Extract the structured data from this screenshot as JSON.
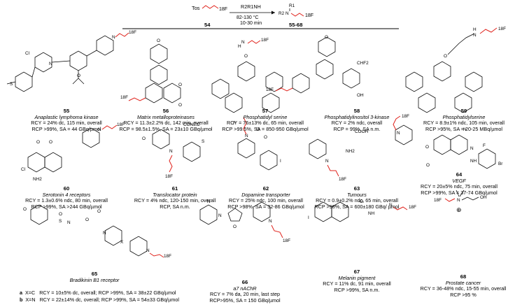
{
  "reaction": {
    "reactant_label": "Tos",
    "reactant_f": "18F",
    "amine": "R2R1NH",
    "conditions": [
      "82-130 °C",
      "10-30 min"
    ],
    "reactant_number": "54",
    "product_r1": "R1",
    "product_r2": "R2",
    "product_n": "N",
    "product_f": "18F",
    "product_number": "55-68"
  },
  "compounds": [
    {
      "num": "55",
      "target": "Anaplastic lymphoma kinase",
      "lines": [
        "RCY = 24% dc, 115 min, overall",
        "RCP >99%, SA = 44 GBq/µmol"
      ]
    },
    {
      "num": "56",
      "target": "Matrix metalloproteinases",
      "lines": [
        "RCY = 11.3±2.2% dc, 142 min, overall",
        "RCP = 98.5±1.5%, SA = 23±10 GBq/µmol"
      ]
    },
    {
      "num": "57",
      "target": "Phosphatidyl serine",
      "lines": [
        "RCY = 76±13% dc, 65 min, overall",
        "RCP >99.5%, SA = 850-950 GBq/µmol"
      ]
    },
    {
      "num": "58",
      "target": "Phosphatidylinositol 3-kinase",
      "lines": [
        "RCY = 2% ndc, overall",
        "RCP = 99%, SA n.m."
      ]
    },
    {
      "num": "59",
      "target": "Phosphatidylserine",
      "lines": [
        "RCY = 8.9±1% ndc, 105 min, overall",
        "RCP >95%, SA = 20-25 MBq/µmol"
      ]
    },
    {
      "num": "60",
      "target": "Serotonin 4 receptors",
      "lines": [
        "RCY = 1.3±0.6% ndc, 80 min, overall",
        "RCP >99%, SA >244 GBq/µmol"
      ]
    },
    {
      "num": "61",
      "target": "Translocator protein",
      "lines": [
        "RCY = 4% ndc, 120-150 min, overall",
        "RCP, SA n.m."
      ]
    },
    {
      "num": "62",
      "target": "Dopamine transporter",
      "lines": [
        "RCY = 25% ndc, 100 min, overall",
        "RCP >98%, SA = 32-86 GBq/µmol"
      ]
    },
    {
      "num": "63",
      "target": "Tumours",
      "lines": [
        "RCY = 0.9±0.2% ndc, 65 min, overall",
        "RCP >98%, SA = 600±180 GBq/ µmol"
      ]
    },
    {
      "num": "64",
      "target": "VEGF",
      "lines": [
        "RCY = 20±5% ndc, 75 min, overall",
        "RCP >99%, SA = 37-74 GBq/µmol"
      ]
    },
    {
      "num": "65",
      "target": "Bradikinin B1 receptor",
      "lines": []
    },
    {
      "num": "66",
      "target": "a7 nAChR",
      "lines": [
        "RCY = 7% da, 20 min, last step",
        "RCP>95%, SA = 150 GBq/µmol"
      ]
    },
    {
      "num": "67",
      "target": "Melanin pigment",
      "lines": [
        "RCY = 11% dc, 91 min, overall",
        "RCP >99%, SA n.m."
      ]
    },
    {
      "num": "68",
      "target": "Prostate cancer",
      "lines": [
        "RCY = 36-48% ndc, 15-55 min, overall",
        "RCP >95 %"
      ]
    }
  ],
  "compound65_variants": [
    {
      "tag": "a",
      "x": "X=C",
      "text": "RCY = 10±5% dc, overall; RCP >99%, SA = 38±22 GBq/µmol"
    },
    {
      "tag": "b",
      "x": "X=N",
      "text": "RCY = 22±14% dc, overall; RCP >99%, SA = 54±33 GBq/µmol"
    }
  ],
  "atoms": {
    "cl": "Cl",
    "n": "N",
    "h": "H",
    "o": "O",
    "s": "S",
    "nh": "NH",
    "nh2": "NH2",
    "oh": "OH",
    "cooh": "COOH",
    "chf2": "CHF2",
    "br": "Br",
    "f": "F",
    "i": "I",
    "x": "X",
    "conet2": "CONEt2",
    "f18": "18F",
    "n_plus": "⊕"
  },
  "colors": {
    "radiolabel": "#e0231c",
    "text": "#000000"
  }
}
